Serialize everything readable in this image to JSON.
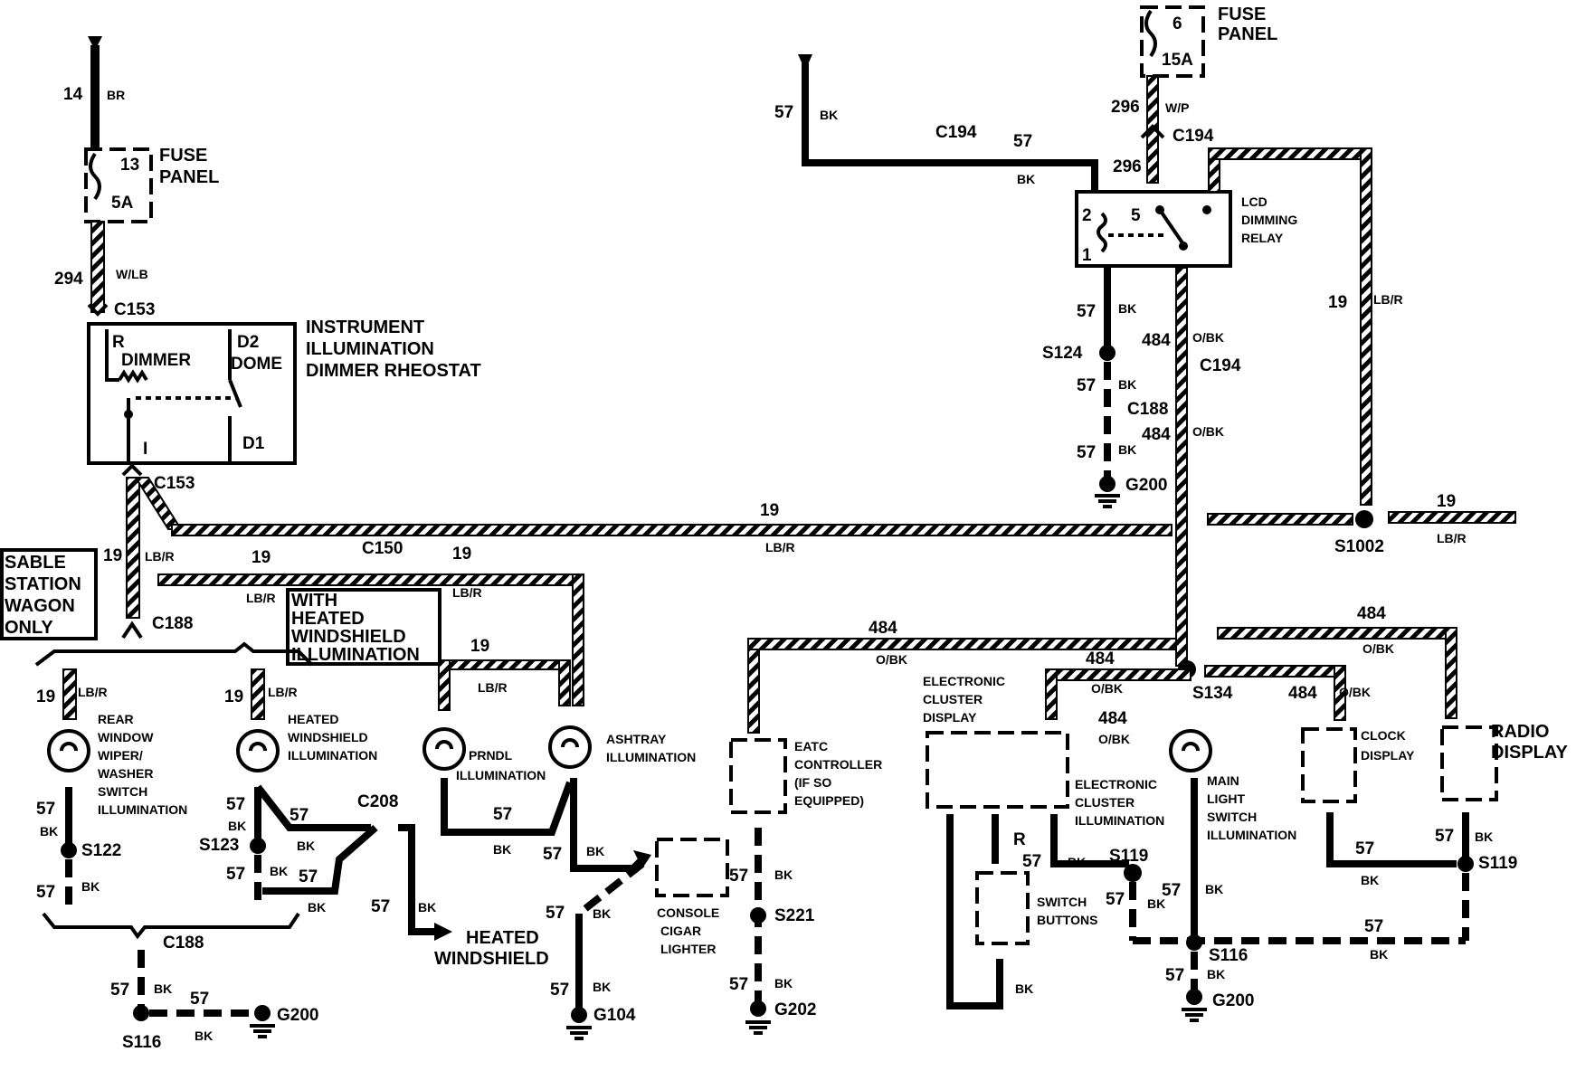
{
  "fuse_left": {
    "label": "FUSE\nPANEL",
    "fuse": "13",
    "rating": "5A",
    "wire_in": "14",
    "color_in": "BR",
    "wire_out": "294",
    "color_out": "W/LB",
    "connector": "C153"
  },
  "fuse_right": {
    "label": "FUSE\nPANEL",
    "fuse": "6",
    "rating": "15A",
    "wire": "296",
    "color": "W/P",
    "connector": "C194"
  },
  "dimmer": {
    "title": "INSTRUMENT\nILLUMINATION\nDIMMER RHEOSTAT",
    "dimmer_label": "DIMMER",
    "dome_label": "DOME",
    "r": "R",
    "d2": "D2",
    "d1": "D1",
    "i": "I",
    "connector": "C153"
  },
  "relay": {
    "title": "LCD\nDIMMING\nRELAY",
    "pin2": "2",
    "pin1": "1",
    "pin5": "5",
    "w296": "296"
  },
  "sable": "SABLE\nSTATION\nWAGON\nONLY",
  "heated_note": "WITH\nHEATED\nWINDSHIELD\nILLUMINATION",
  "labels": {
    "w57": "57",
    "bk": "BK",
    "w19": "19",
    "lbr": "LB/R",
    "w484": "484",
    "obk": "O/BK",
    "c194": "C194",
    "c188": "C188",
    "c150": "C150",
    "c208": "C208",
    "s124": "S124",
    "g200": "G200",
    "s1002": "S1002",
    "s134": "S134",
    "s122": "S122",
    "s123": "S123",
    "s116": "S116",
    "g104": "G104",
    "s221": "S221",
    "g202": "G202",
    "s119": "S119",
    "r": "R"
  },
  "components": {
    "rear_wiper": "REAR\nWINDOW\nWIPER/\nWASHER\nSWITCH\nILLUMINATION",
    "heated_illum": "HEATED\nWINDSHIELD\nILLUMINATION",
    "prndl": "PRNDL\nILLUMINATION",
    "ashtray": "ASHTRAY\nILLUMINATION",
    "eatc": "EATC\nCONTROLLER\n(IF SO\nEQUIPPED)",
    "cigar": "CONSOLE\nCIGAR\nLIGHTER",
    "heated_ws": "HEATED\nWINDSHIELD",
    "ecd": "ELECTRONIC\nCLUSTER\nDISPLAY",
    "eci": "ELECTRONIC\nCLUSTER\nILLUMINATION",
    "switch_buttons": "SWITCH\nBUTTONS",
    "main_light": "MAIN\nLIGHT\nSWITCH\nILLUMINATION",
    "clock": "CLOCK\nDISPLAY",
    "radio": "RADIO\nDISPLAY"
  }
}
